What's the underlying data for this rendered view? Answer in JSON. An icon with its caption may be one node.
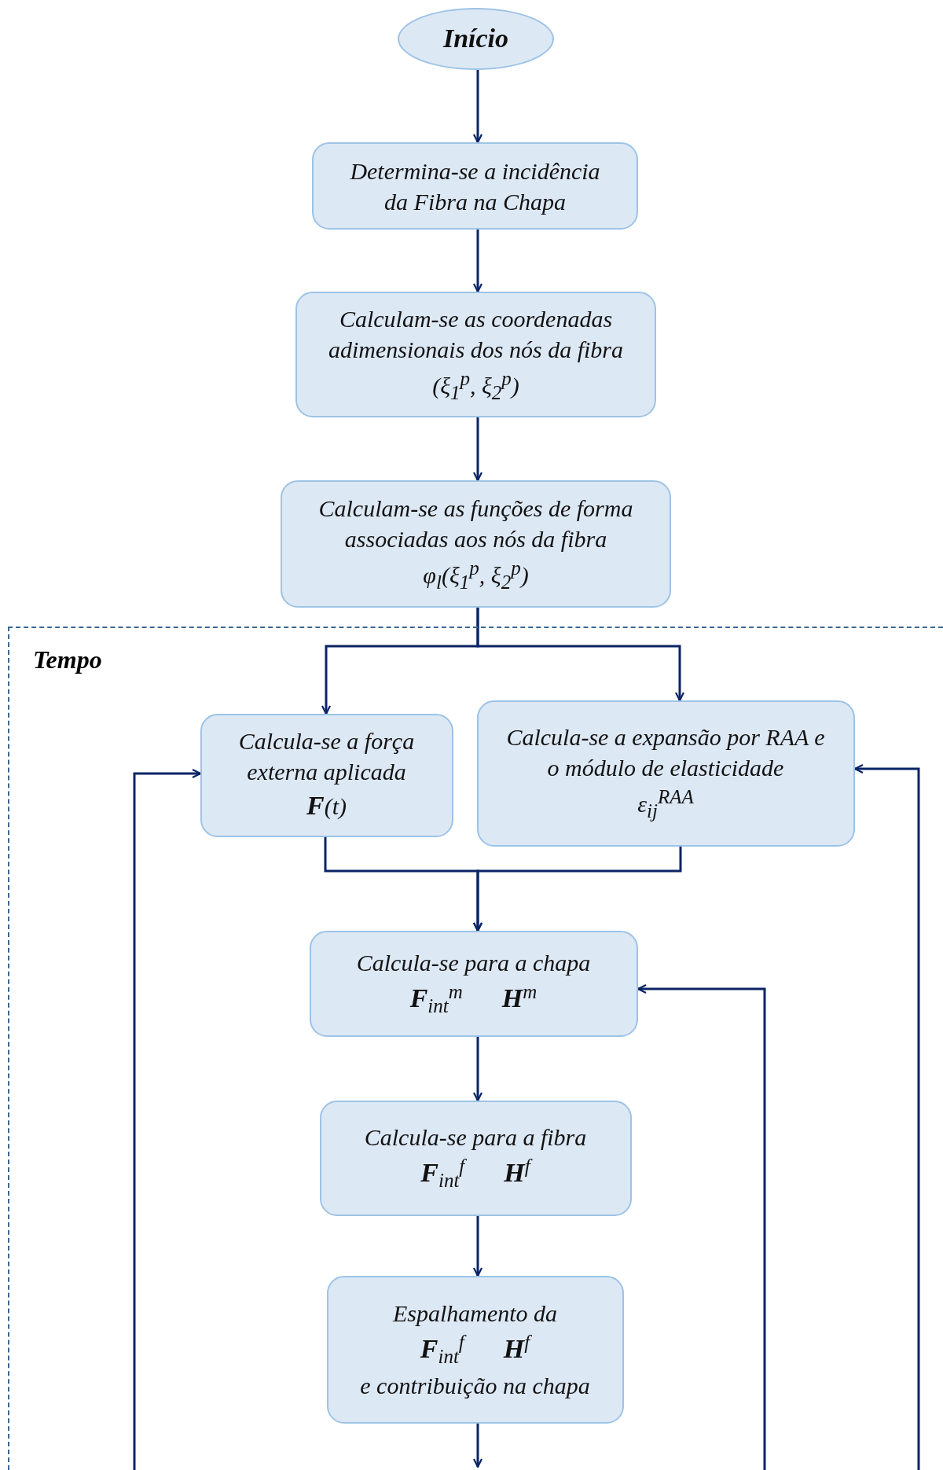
{
  "diagram": {
    "nodes": [
      {
        "text": [
          "Início"
        ]
      },
      {
        "text": [
          "Determina-se a incidência da Fibra na Chapa"
        ]
      },
      {
        "text": [
          "Calculam-se as coordenadas adimensionais dos nós da fibra",
          "(ξ$_{1}$$^{p}$, ξ$_{2}$$^{p}$)"
        ]
      },
      {
        "text": [
          "Calculam-se as funções de forma associadas aos nós da fibra",
          "φ$_{l}$(ξ$_{1}$$^{p}$, ξ$_{2}$$^{p}$)"
        ]
      },
      {
        "text": [
          "Tempo"
        ]
      },
      {
        "text": [
          "Calcula-se a força externa aplicada",
          "**F**(t)"
        ],
        "in": 4
      },
      {
        "text": [
          "Calcula-se a expansão por RAA e o módulo de elasticidade",
          "ε$_{ij}$$^{RAA}$"
        ],
        "in": 4
      },
      {
        "text": [
          "Calcula-se para a chapa",
          "**F**$_{int}$$^{m}$",
          "**H**$^{m}$"
        ],
        "in": 4
      },
      {
        "text": [
          "Calcula-se para a fibra",
          "**F**$_{int}$$^{f}$",
          "**H**$^{f}$"
        ],
        "in": 4
      },
      {
        "text": [
          "Espalhamento da",
          "**F**$_{int}$$^{f}$",
          "**H**$^{f}$",
          "e contribuição na chapa"
        ],
        "in": 4
      }
    ],
    "edges": [
      {
        "from": 0,
        "to": 1,
        "arrow": "to"
      },
      {
        "from": 1,
        "to": 2,
        "arrow": "to"
      },
      {
        "from": 2,
        "to": 3,
        "arrow": "to"
      },
      {
        "from": 3,
        "to": 5,
        "arrow": "to"
      },
      {
        "from": 3,
        "to": 6,
        "arrow": "to"
      },
      {
        "from": 5,
        "to": 7,
        "arrow": "to"
      },
      {
        "from": 6,
        "to": 7,
        "arrow": "to"
      },
      {
        "from": 7,
        "to": 8,
        "arrow": "to"
      },
      {
        "from": 8,
        "to": 9,
        "arrow": "to"
      },
      {
        "from": 9,
        "to": null,
        "arrow": "to"
      },
      {
        "from": null,
        "to": 5,
        "arrow": "to"
      },
      {
        "from": null,
        "to": 6,
        "arrow": "to"
      },
      {
        "from": null,
        "to": 7,
        "arrow": "to"
      }
    ]
  }
}
